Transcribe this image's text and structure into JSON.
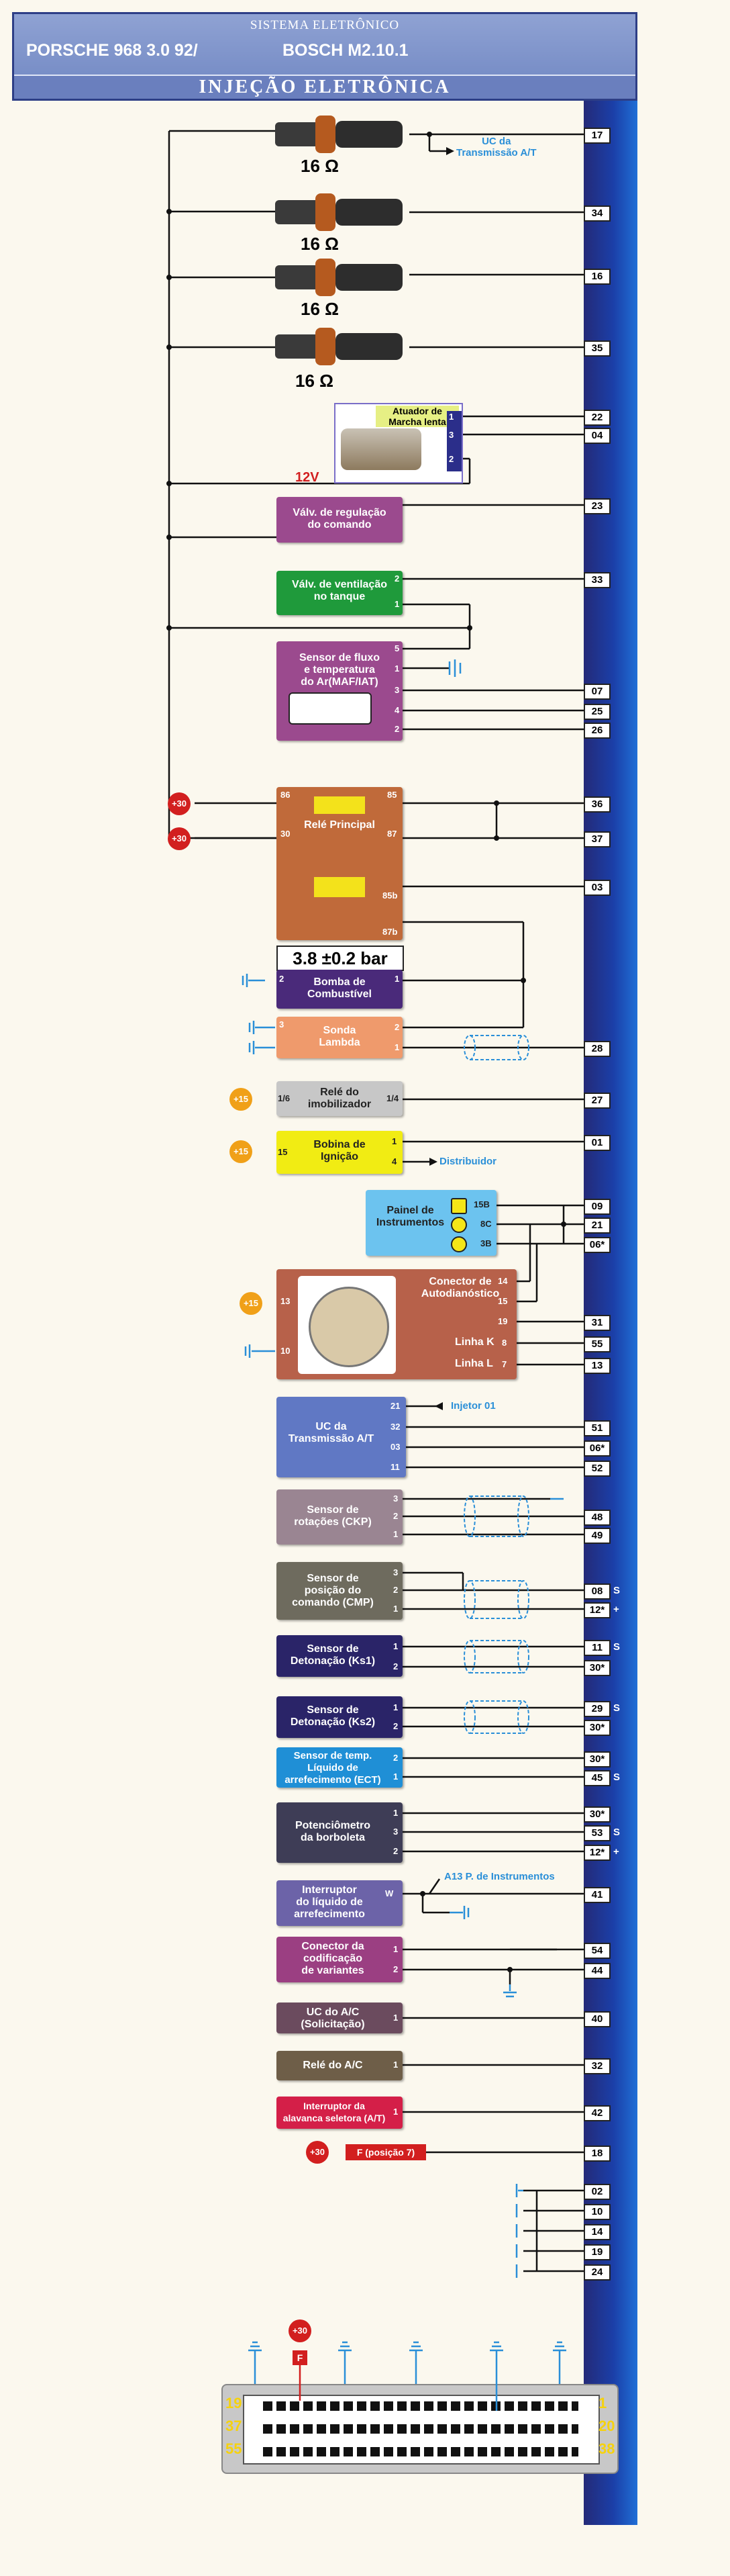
{
  "header": {
    "subtitle": "SISTEMA ELETRÔNICO",
    "model": "PORSCHE 968 3.0  92/",
    "ecu": "BOSCH M2.10.1",
    "band": "INJEÇÃO ELETRÔNICA"
  },
  "injectors": {
    "resistance": "16 Ω"
  },
  "labels": {
    "uc_transmissao": "UC da\nTransmissão A/T",
    "v12": "12V",
    "distribuidor": "Distribuidor",
    "injetor01": "Injetor 01",
    "a13": "A13 P. de Instrumentos",
    "plus30": "+30",
    "plus15": "+15",
    "fuse_f": "F",
    "f_posicao": "F (posição 7)",
    "pressure": "3.8 ±0.2 bar"
  },
  "components": {
    "atuador": "Atuador de\nMarcha lenta",
    "valv_reg": "Válv. de regulação\ndo comando",
    "valv_vent": "Válv. de ventilação\nno tanque",
    "maf": "Sensor de fluxo\ne temperatura\ndo Ar(MAF/IAT)",
    "rele_principal": "Relé Principal",
    "bomba": "Bomba de\nCombustível",
    "sonda": "Sonda\nLambda",
    "imobilizador": "Relé do\nimobilizador",
    "bobina": "Bobina de\nIgnição",
    "painel": "Painel de\nInstrumentos",
    "conector_diag": "Conector de\nAutodianóstico",
    "linha_k": "Linha K",
    "linha_l": "Linha L",
    "uc_at": "UC da\nTransmissão A/T",
    "ckp": "Sensor de\nrotações (CKP)",
    "cmp": "Sensor de\nposição do\ncomando (CMP)",
    "ks1": "Sensor de\nDetonação (Ks1)",
    "ks2": "Sensor de\nDetonação (Ks2)",
    "ect": "Sensor de temp.\nLíquido de\narrefecimento (ECT)",
    "tps": "Potenciômetro\nda borboleta",
    "interruptor_liq": "Interruptor\ndo líquido de\narrefecimento",
    "conector_cod": "Conector da\ncodificação\nde variantes",
    "uc_ac": "UC do A/C\n(Solicitação)",
    "rele_ac": "Relé do A/C",
    "interruptor_alav": "Interruptor da\nalavanca seletora (A/T)"
  },
  "ecu_pins": [
    {
      "label": "17"
    },
    {
      "label": "34"
    },
    {
      "label": "16"
    },
    {
      "label": "35"
    },
    {
      "label": "22"
    },
    {
      "label": "04"
    },
    {
      "label": "23"
    },
    {
      "label": "33"
    },
    {
      "label": "07"
    },
    {
      "label": "25"
    },
    {
      "label": "26"
    },
    {
      "label": "36"
    },
    {
      "label": "37"
    },
    {
      "label": "03"
    },
    {
      "label": "28"
    },
    {
      "label": "27"
    },
    {
      "label": "01"
    },
    {
      "label": "09"
    },
    {
      "label": "21"
    },
    {
      "label": "06*"
    },
    {
      "label": "31"
    },
    {
      "label": "55"
    },
    {
      "label": "13"
    },
    {
      "label": "51"
    },
    {
      "label": "06*"
    },
    {
      "label": "52"
    },
    {
      "label": "48"
    },
    {
      "label": "49"
    },
    {
      "label": "08",
      "extra": "S"
    },
    {
      "label": "12*",
      "extra": "+"
    },
    {
      "label": "11",
      "extra": "S"
    },
    {
      "label": "30*"
    },
    {
      "label": "29",
      "extra": "S"
    },
    {
      "label": "30*"
    },
    {
      "label": "30*"
    },
    {
      "label": "45",
      "extra": "S"
    },
    {
      "label": "30*"
    },
    {
      "label": "53",
      "extra": "S"
    },
    {
      "label": "12*",
      "extra": "+"
    },
    {
      "label": "41"
    },
    {
      "label": "54"
    },
    {
      "label": "44"
    },
    {
      "label": "40"
    },
    {
      "label": "32"
    },
    {
      "label": "42"
    },
    {
      "label": "18"
    },
    {
      "label": "02"
    },
    {
      "label": "10"
    },
    {
      "label": "14"
    },
    {
      "label": "19"
    },
    {
      "label": "24"
    }
  ],
  "component_pins": {
    "atuador": [
      "1",
      "3",
      "2"
    ],
    "valv_reg": [],
    "valv_vent": [
      "2",
      "1"
    ],
    "maf": [
      "5",
      "1",
      "3",
      "4",
      "2"
    ],
    "rele": [
      "86",
      "85",
      "30",
      "87",
      "85b",
      "87b"
    ],
    "bomba": [
      "2",
      "1"
    ],
    "sonda": [
      "3",
      "2",
      "1"
    ],
    "imob": [
      "1/6",
      "1/4"
    ],
    "bobina": [
      "15",
      "1",
      "4"
    ],
    "painel": [
      "15B",
      "8C",
      "3B"
    ],
    "diag": [
      "13",
      "10",
      "14",
      "15",
      "19",
      "8",
      "7"
    ],
    "uc_at": [
      "21",
      "32",
      "03",
      "11"
    ],
    "ckp": [
      "3",
      "2",
      "1"
    ],
    "cmp": [
      "3",
      "2",
      "1"
    ],
    "ks1": [
      "1",
      "2"
    ],
    "ks2": [
      "1",
      "2"
    ],
    "ect": [
      "2",
      "1"
    ],
    "tps": [
      "1",
      "3",
      "2"
    ],
    "interr": [
      "W"
    ],
    "cod": [
      "1",
      "2"
    ],
    "uc_ac": [
      "1"
    ],
    "rele_ac": [
      "1"
    ],
    "alav": [
      "1"
    ]
  },
  "connector": {
    "top_left": "19",
    "top_right": "1",
    "mid_left": "37",
    "mid_right": "20",
    "bot_left": "55",
    "bot_right": "38"
  }
}
